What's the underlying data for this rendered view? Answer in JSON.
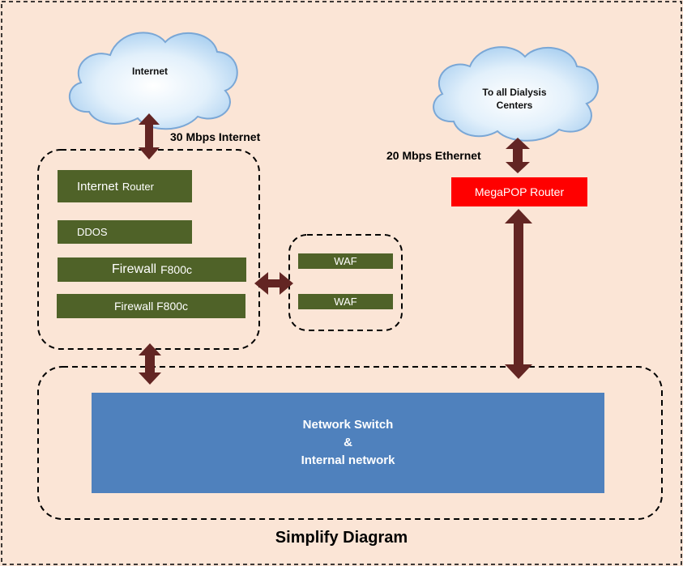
{
  "diagram": {
    "title": "Simplify Diagram",
    "clouds": {
      "internet": "Internet",
      "dialysis_line1": "To all Dialysis",
      "dialysis_line2": "Centers"
    },
    "links": {
      "internet": "30 Mbps Internet",
      "ethernet": "20 Mbps Ethernet"
    },
    "devices": {
      "internet_router_main": "Internet",
      "internet_router_sub": "Router",
      "ddos": "DDOS",
      "firewall1_main": "Firewall",
      "firewall1_sub": "F800c",
      "firewall2": "Firewall F800c",
      "waf1": "WAF",
      "waf2": "WAF",
      "megapop": "MegaPOP Router"
    },
    "network_switch": {
      "line1": "Network Switch",
      "line2": "&",
      "line3": "Internal network"
    },
    "colors": {
      "background": "#fbe5d6",
      "device_green": "#4f6228",
      "router_red": "#ff0000",
      "switch_blue": "#4f81bd",
      "arrow": "#632523",
      "cloud_fill": "#c6e0f4",
      "cloud_stroke": "#7aa7d6"
    }
  }
}
